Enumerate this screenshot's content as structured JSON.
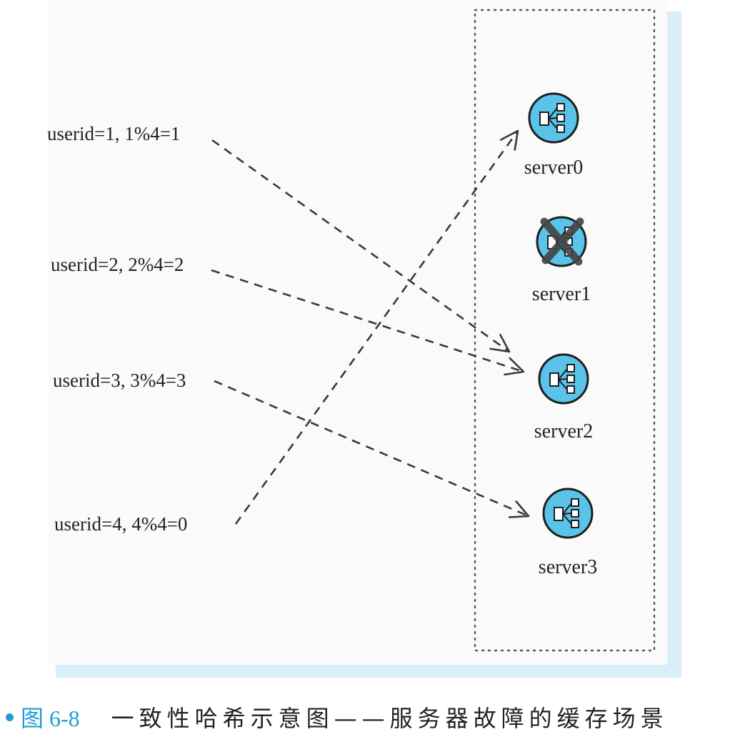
{
  "colors": {
    "server_fill": "#59c3ea",
    "server_stroke": "#1f1f1f",
    "panel_shadow": "#d9eef8",
    "caption_accent": "#1ea0d6",
    "arrow": "#3a3a3a"
  },
  "requests": [
    {
      "id": "req-1",
      "label": "userid=1, 1%4=1",
      "target": "server2"
    },
    {
      "id": "req-2",
      "label": "userid=2, 2%4=2",
      "target": "server2"
    },
    {
      "id": "req-3",
      "label": "userid=3, 3%4=3",
      "target": "server3"
    },
    {
      "id": "req-4",
      "label": "userid=4, 4%4=0",
      "target": "server0"
    }
  ],
  "servers": [
    {
      "id": "server0",
      "label": "server0",
      "failed": false,
      "icon": "network-node-icon"
    },
    {
      "id": "server1",
      "label": "server1",
      "failed": true,
      "icon": "network-node-icon"
    },
    {
      "id": "server2",
      "label": "server2",
      "failed": false,
      "icon": "network-node-icon"
    },
    {
      "id": "server3",
      "label": "server3",
      "failed": false,
      "icon": "network-node-icon"
    }
  ],
  "caption": {
    "figure_number": "图 6-8",
    "text": "一致性哈希示意图——服务器故障的缓存场景"
  }
}
